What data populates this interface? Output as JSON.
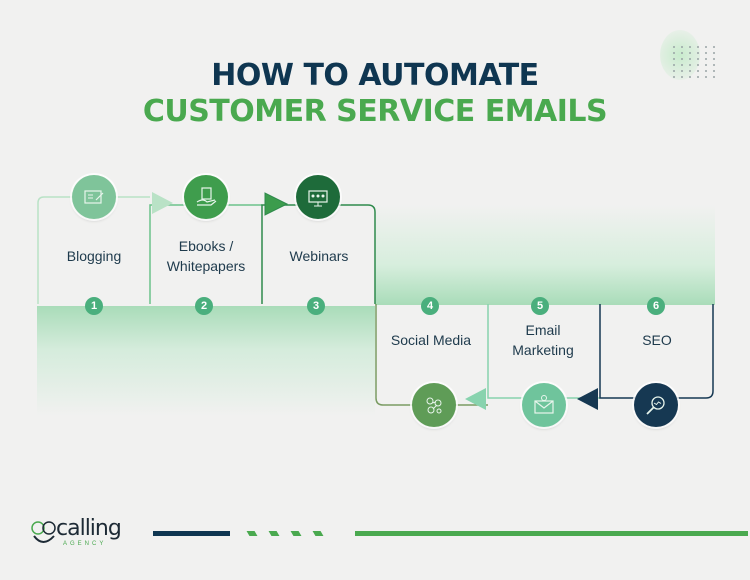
{
  "title": {
    "line1": "HOW TO AUTOMATE",
    "line2": "CUSTOMER SERVICE EMAILS"
  },
  "colors": {
    "navy": "#0f3651",
    "green": "#4aa94f",
    "badge": "#4aaf7d"
  },
  "steps": [
    {
      "number": "1",
      "label": "Blogging",
      "icon": "blog-icon",
      "color": "#7fc49a"
    },
    {
      "number": "2",
      "label": "Ebooks / Whitepapers",
      "icon": "ebook-hand-icon",
      "color": "#3f9d4d"
    },
    {
      "number": "3",
      "label": "Webinars",
      "icon": "webinar-screen-icon",
      "color": "#1e6b3a"
    },
    {
      "number": "4",
      "label": "Social Media",
      "icon": "social-network-icon",
      "color": "#5f9c57"
    },
    {
      "number": "5",
      "label": "Email Marketing",
      "icon": "email-envelope-icon",
      "color": "#6fc49c"
    },
    {
      "number": "6",
      "label": "SEO",
      "icon": "seo-magnifier-icon",
      "color": "#163852"
    }
  ],
  "footer": {
    "logo_name": "calling",
    "logo_sub": "AGENCY"
  }
}
